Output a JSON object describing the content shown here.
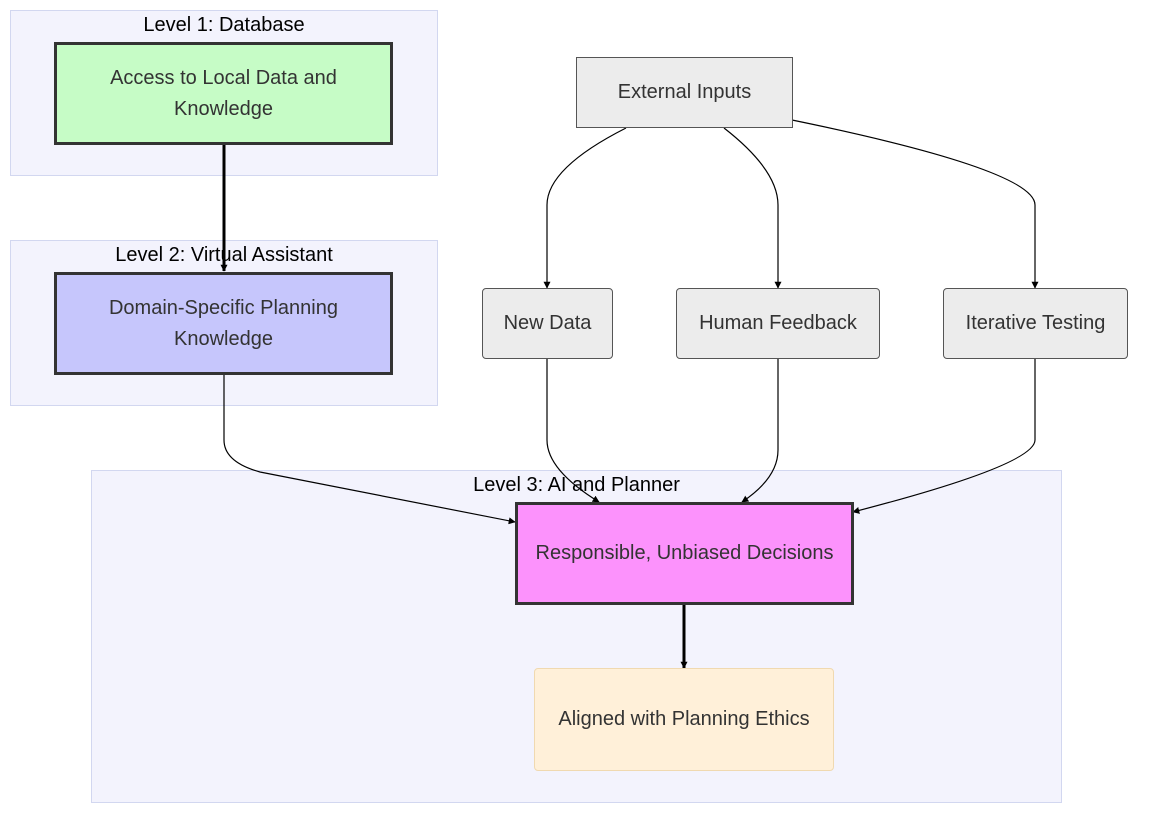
{
  "clusters": {
    "level1": "Level 1: Database",
    "level2": "Level 2: Virtual Assistant",
    "level3": "Level 3: AI and Planner"
  },
  "nodes": {
    "local_data": "Access to Local Data and Knowledge",
    "planning_knowledge": "Domain-Specific Planning Knowledge",
    "external_inputs": "External Inputs",
    "new_data": "New Data",
    "human_feedback": "Human Feedback",
    "iterative_testing": "Iterative Testing",
    "decisions": "Responsible, Unbiased Decisions",
    "ethics": "Aligned with Planning Ethics"
  },
  "colors": {
    "local_data_fill": "#c6fcc6",
    "planning_knowledge_fill": "#c6c6fc",
    "decisions_fill": "#fc92fc",
    "ethics_fill": "#fff0d9",
    "input_fill": "#ececec",
    "cluster_fill": "#f3f3fd"
  }
}
